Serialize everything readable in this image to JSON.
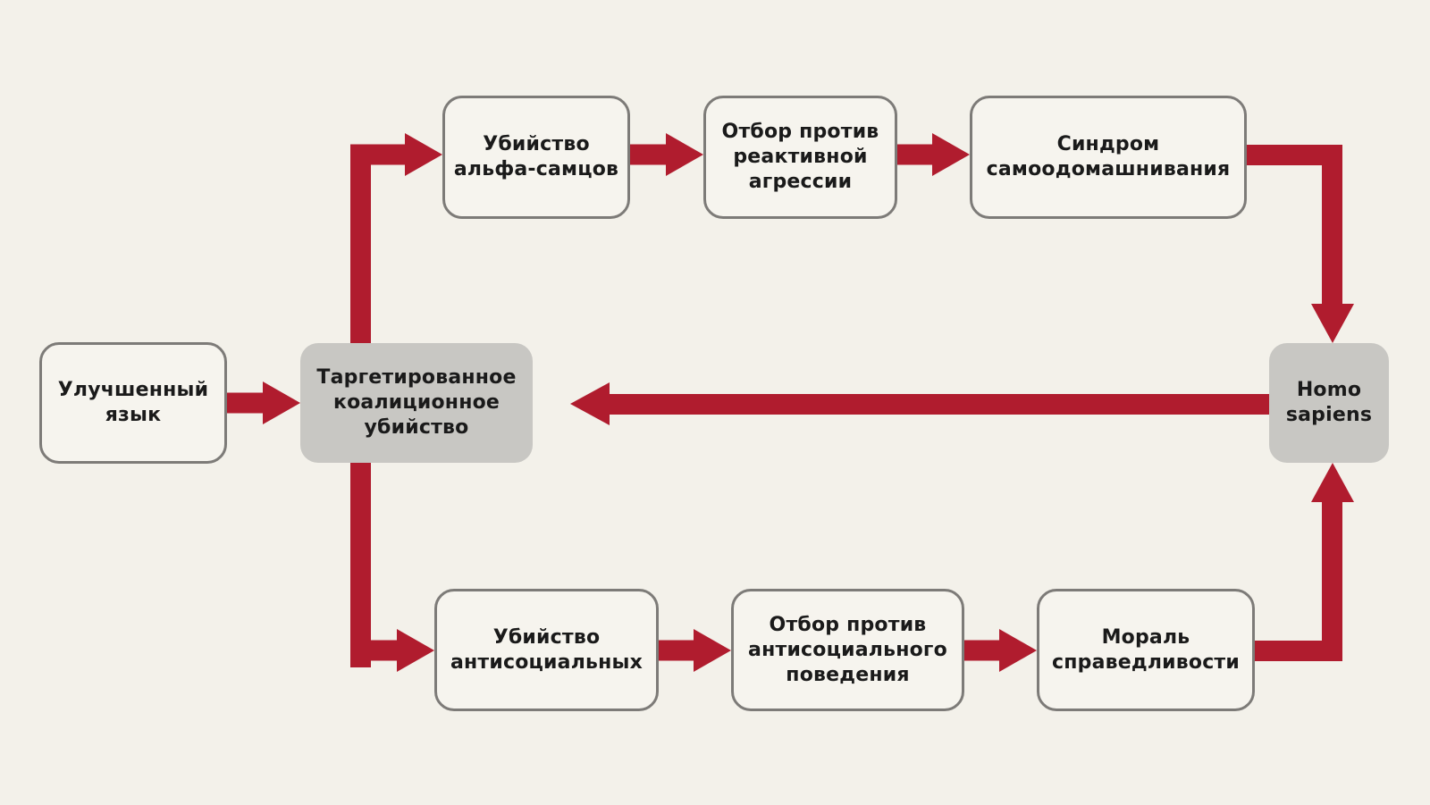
{
  "colors": {
    "background": "#f3f1ea",
    "arrow": "#b01c2e",
    "box_border": "#7d7b78",
    "box_fill_highlight": "#c8c7c3"
  },
  "nodes": {
    "improved_language": "Улучшенный\nязык",
    "targeted_coalition_killing": "Таргетированное\nкоалиционное\nубийство",
    "alpha_male_killing": "Убийство\nальфа-самцов",
    "selection_reactive_aggression": "Отбор против\nреактивной\nагрессии",
    "self_domestication_syndrome": "Синдром\nсамоодомашнивания",
    "homo_sapiens": "Homo\nsapiens",
    "antisocial_killing": "Убийство\nантисоциальных",
    "selection_antisocial_behavior": "Отбор против\nантисоциального\nповедения",
    "fairness_morality": "Мораль\nсправедливости"
  }
}
